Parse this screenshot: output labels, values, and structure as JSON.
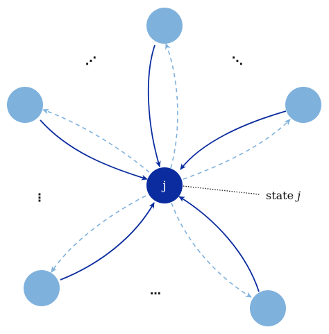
{
  "colors": {
    "outer_node": "#7fb1dd",
    "center_node": "#0a2c9e",
    "solid_edge": "#0a2c9e",
    "dashed_edge": "#7fb1dd",
    "center_label": "#ffffff",
    "text": "#111111",
    "leader": "#111111"
  },
  "center_node": {
    "label": "j"
  },
  "state_label": {
    "prefix": "state",
    "symbol": "j"
  },
  "ellipsis": {
    "horizontal": "…",
    "diagonal_left": "⋰",
    "diagonal_right": "⋱",
    "vertical": "⋮"
  }
}
